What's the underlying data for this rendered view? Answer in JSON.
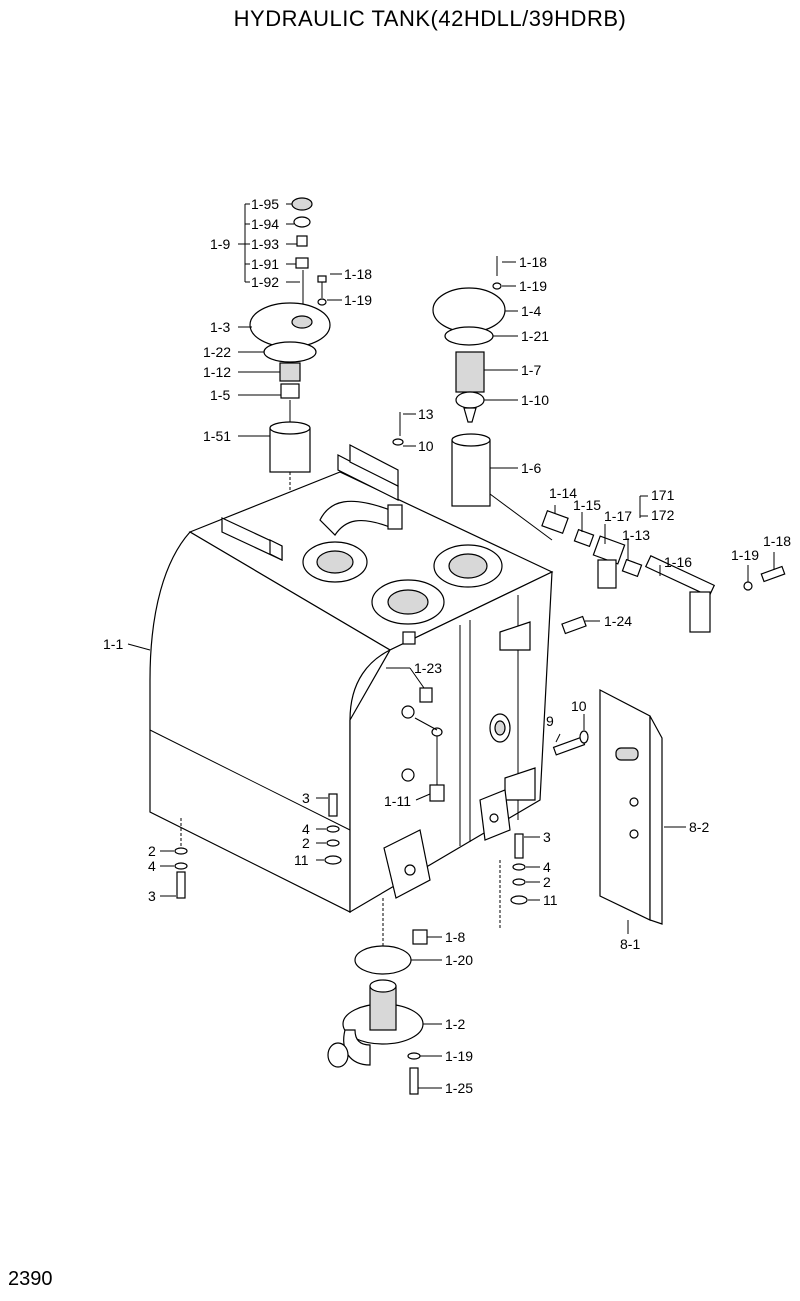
{
  "title": "HYDRAULIC TANK(42HDLL/39HDRB)",
  "page_number": "2390",
  "callouts": [
    {
      "id": "l-1-95",
      "text": "1-95"
    },
    {
      "id": "l-1-94",
      "text": "1-94"
    },
    {
      "id": "l-1-9",
      "text": "1-9"
    },
    {
      "id": "l-1-93",
      "text": "1-93"
    },
    {
      "id": "l-1-91",
      "text": "1-91"
    },
    {
      "id": "l-1-92",
      "text": "1-92"
    },
    {
      "id": "l-1-18a",
      "text": "1-18"
    },
    {
      "id": "l-1-19a",
      "text": "1-19"
    },
    {
      "id": "l-1-3",
      "text": "1-3"
    },
    {
      "id": "l-1-22",
      "text": "1-22"
    },
    {
      "id": "l-1-12",
      "text": "1-12"
    },
    {
      "id": "l-1-5",
      "text": "1-5"
    },
    {
      "id": "l-1-51",
      "text": "1-51"
    },
    {
      "id": "l-1-18b",
      "text": "1-18"
    },
    {
      "id": "l-1-19b",
      "text": "1-19"
    },
    {
      "id": "l-1-4",
      "text": "1-4"
    },
    {
      "id": "l-1-21",
      "text": "1-21"
    },
    {
      "id": "l-1-7",
      "text": "1-7"
    },
    {
      "id": "l-1-10",
      "text": "1-10"
    },
    {
      "id": "l-13",
      "text": "13"
    },
    {
      "id": "l-10a",
      "text": "10"
    },
    {
      "id": "l-1-6",
      "text": "1-6"
    },
    {
      "id": "l-1-14",
      "text": "1-14"
    },
    {
      "id": "l-1-15",
      "text": "1-15"
    },
    {
      "id": "l-171",
      "text": "171"
    },
    {
      "id": "l-1-17",
      "text": "1-17"
    },
    {
      "id": "l-172",
      "text": "172"
    },
    {
      "id": "l-1-13",
      "text": "1-13"
    },
    {
      "id": "l-1-16",
      "text": "1-16"
    },
    {
      "id": "l-1-19c",
      "text": "1-19"
    },
    {
      "id": "l-1-18c",
      "text": "1-18"
    },
    {
      "id": "l-1-24",
      "text": "1-24"
    },
    {
      "id": "l-1-1",
      "text": "1-1"
    },
    {
      "id": "l-1-23",
      "text": "1-23"
    },
    {
      "id": "l-9",
      "text": "9"
    },
    {
      "id": "l-10b",
      "text": "10"
    },
    {
      "id": "l-1-11",
      "text": "1-11"
    },
    {
      "id": "l-3a",
      "text": "3"
    },
    {
      "id": "l-4a",
      "text": "4"
    },
    {
      "id": "l-2a",
      "text": "2"
    },
    {
      "id": "l-11a",
      "text": "11"
    },
    {
      "id": "l-8-2",
      "text": "8-2"
    },
    {
      "id": "l-2b",
      "text": "2"
    },
    {
      "id": "l-4b",
      "text": "4"
    },
    {
      "id": "l-3b",
      "text": "3"
    },
    {
      "id": "l-3c",
      "text": "3"
    },
    {
      "id": "l-4c",
      "text": "4"
    },
    {
      "id": "l-2c",
      "text": "2"
    },
    {
      "id": "l-11b",
      "text": "11"
    },
    {
      "id": "l-8-1",
      "text": "8-1"
    },
    {
      "id": "l-1-8",
      "text": "1-8"
    },
    {
      "id": "l-1-20",
      "text": "1-20"
    },
    {
      "id": "l-1-2",
      "text": "1-2"
    },
    {
      "id": "l-1-19d",
      "text": "1-19"
    },
    {
      "id": "l-1-25",
      "text": "1-25"
    }
  ]
}
